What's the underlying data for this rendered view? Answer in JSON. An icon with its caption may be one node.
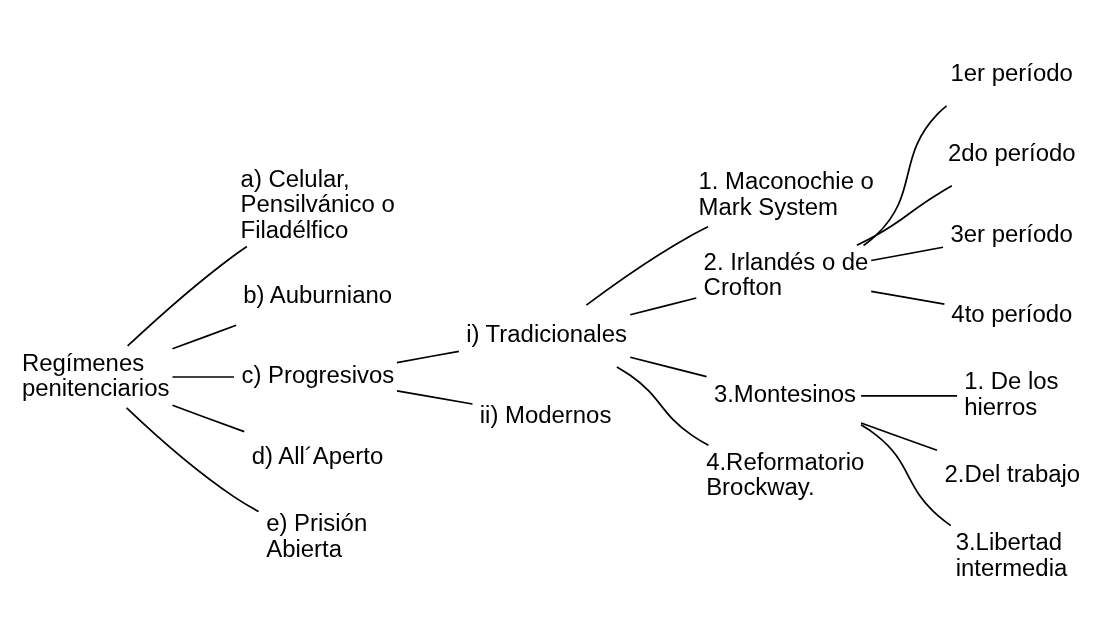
{
  "diagram": {
    "nodes": [
      {
        "text": [
          "Regímenes penitenciarios"
        ]
      },
      {
        "text": [
          "a) Celular, Pensilvánico o Filadélfico"
        ]
      },
      {
        "text": [
          "b) Auburniano"
        ]
      },
      {
        "text": [
          "c) Progresivos"
        ]
      },
      {
        "text": [
          "d) All´Aperto"
        ]
      },
      {
        "text": [
          "e) Prisión Abierta"
        ]
      },
      {
        "text": [
          "i) Tradicionales"
        ]
      },
      {
        "text": [
          "ii) Modernos"
        ]
      },
      {
        "text": [
          "1. Maconochie o Mark System"
        ]
      },
      {
        "text": [
          "2. Irlandés o de Crofton"
        ]
      },
      {
        "text": [
          "3.Montesinos"
        ]
      },
      {
        "text": [
          "4.Reformatorio Brockway."
        ]
      },
      {
        "text": [
          "1er período"
        ]
      },
      {
        "text": [
          "2do período"
        ]
      },
      {
        "text": [
          "3er período"
        ]
      },
      {
        "text": [
          "4to período"
        ]
      },
      {
        "text": [
          "1. De los hierros"
        ]
      },
      {
        "text": [
          "2.Del trabajo"
        ]
      },
      {
        "text": [
          "3.Libertad intermedia"
        ]
      }
    ],
    "edges": [
      {
        "from": 0,
        "to": 1,
        "arrow": "none"
      },
      {
        "from": 0,
        "to": 2,
        "arrow": "none"
      },
      {
        "from": 0,
        "to": 3,
        "arrow": "none"
      },
      {
        "from": 0,
        "to": 4,
        "arrow": "none"
      },
      {
        "from": 0,
        "to": 5,
        "arrow": "none"
      },
      {
        "from": 3,
        "to": 6,
        "arrow": "none"
      },
      {
        "from": 3,
        "to": 7,
        "arrow": "none"
      },
      {
        "from": 6,
        "to": 8,
        "arrow": "none"
      },
      {
        "from": 6,
        "to": 9,
        "arrow": "none"
      },
      {
        "from": 6,
        "to": 10,
        "arrow": "none"
      },
      {
        "from": 6,
        "to": 11,
        "arrow": "none"
      },
      {
        "from": 9,
        "to": 12,
        "arrow": "none"
      },
      {
        "from": 9,
        "to": 13,
        "arrow": "none"
      },
      {
        "from": 9,
        "to": 14,
        "arrow": "none"
      },
      {
        "from": 9,
        "to": 15,
        "arrow": "none"
      },
      {
        "from": 10,
        "to": 16,
        "arrow": "none"
      },
      {
        "from": 10,
        "to": 17,
        "arrow": "none"
      },
      {
        "from": 10,
        "to": 18,
        "arrow": "none"
      }
    ]
  }
}
